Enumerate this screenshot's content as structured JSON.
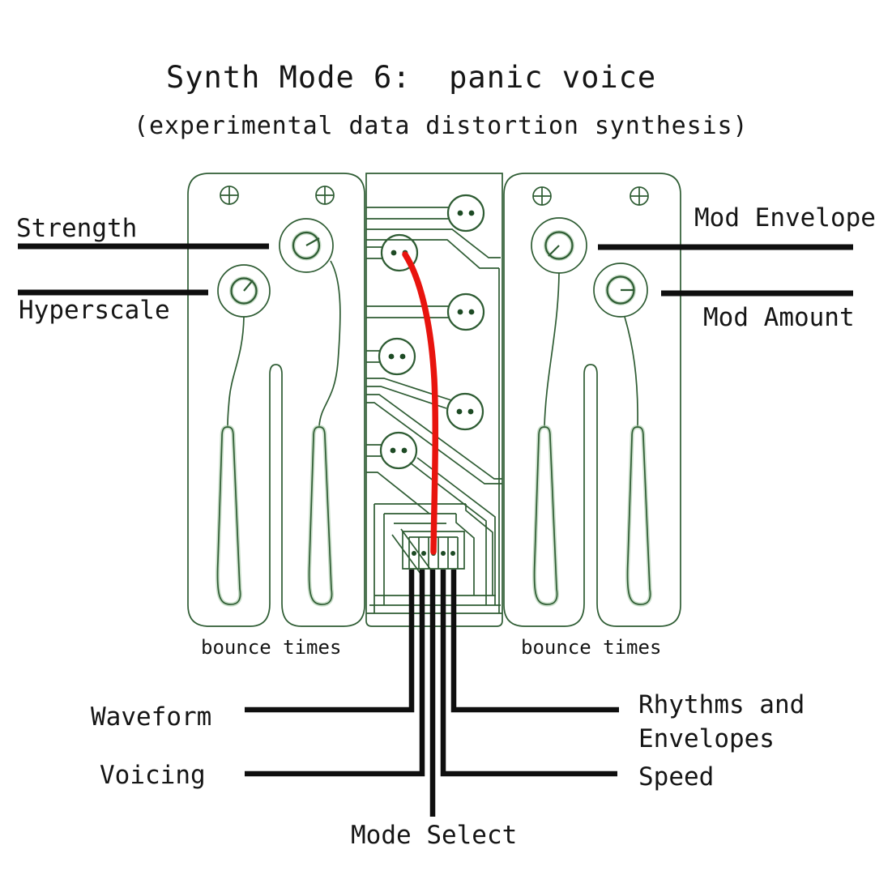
{
  "title": "Synth Mode 6:  panic voice",
  "subtitle": "(experimental data distortion synthesis)",
  "colors": {
    "trace_green": "#2e5c33",
    "dot_green": "#1d4a24",
    "halo_green": "#9cc39c",
    "cable_red": "#e8140e",
    "line_black": "#0f0f0f",
    "text_black": "#151515",
    "background": "#ffffff"
  },
  "labels": {
    "strength": "Strength",
    "hyperscale": "Hyperscale",
    "mod_envelope": "Mod Envelope",
    "mod_amount": "Mod Amount",
    "bounce_left": "bounce times",
    "bounce_right": "bounce times",
    "waveform": "Waveform",
    "voicing": "Voicing",
    "mode_select": "Mode Select",
    "rhythms_line1": "Rhythms and",
    "rhythms_line2": "Envelopes",
    "speed": "Speed"
  },
  "diagram": {
    "left_panel": {
      "knobs": [
        "Strength",
        "Hyperscale"
      ],
      "screws": 2,
      "sliders": 2,
      "sliders_label": "bounce times"
    },
    "right_panel": {
      "knobs": [
        "Mod Envelope",
        "Mod Amount"
      ],
      "screws": 2,
      "sliders": 2,
      "sliders_label": "bounce times"
    },
    "center_board": {
      "patch_pads": 6,
      "cable": {
        "color": "red",
        "from": "patch-pad-2",
        "to": "connector-pin-3"
      },
      "connector_pins": [
        "Waveform",
        "Voicing",
        "Mode Select",
        "Speed",
        "Rhythms and Envelopes"
      ]
    }
  }
}
